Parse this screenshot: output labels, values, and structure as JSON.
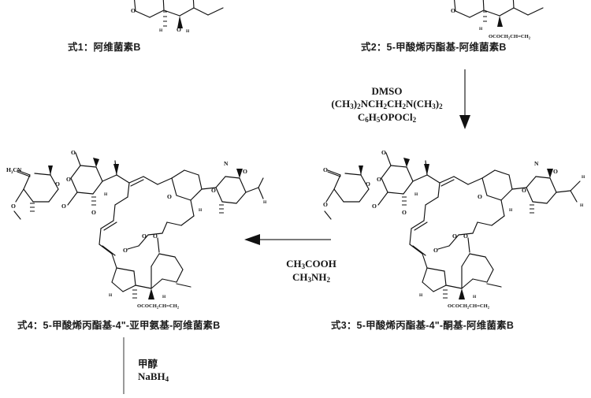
{
  "scheme": {
    "title_visible": false,
    "type": "chemical-synthesis-scheme",
    "ink_color": "#111111",
    "background": "#ffffff"
  },
  "captions": {
    "formula1": "式1：阿维菌素B",
    "formula2": "式2：5-甲酸烯丙酯基-阿维菌素B",
    "formula3": "式3：5-甲酸烯丙酯基-4\"-酮基-阿维菌素B",
    "formula4": "式4：5-甲酸烯丙酯基-4\"-亚甲氨基-阿维菌素B"
  },
  "reagents": {
    "step_oxidation": {
      "lines": [
        "DMSO",
        "(CH3)2NCH2CH2N(CH3)2",
        "C6H5OPOCl2"
      ],
      "line1": "DMSO",
      "line2_parts": [
        "(CH",
        "3",
        ")",
        "2",
        "NCH",
        "2",
        "CH",
        "2",
        "N(CH",
        "3",
        ")",
        "2"
      ],
      "line3_parts": [
        "C",
        "6",
        "H",
        "5",
        "OPOCl",
        "2"
      ]
    },
    "step_amination": {
      "lines": [
        "CH3COOH",
        "CH3NH2"
      ],
      "line1_parts": [
        "CH",
        "3",
        "COOH"
      ],
      "line2_parts": [
        "CH",
        "3",
        "NH",
        "2"
      ]
    },
    "step_reduction": {
      "lines": [
        "甲醇",
        "NaBH4"
      ],
      "solvent": "甲醇",
      "reagent_parts": [
        "NaBH",
        "4"
      ]
    }
  },
  "arrows": {
    "oxidation": {
      "direction": "down",
      "length": 62
    },
    "amination": {
      "direction": "left",
      "length": 96
    },
    "reduction": {
      "direction": "down",
      "length": 70
    }
  },
  "structures": {
    "formula1": {
      "label_ref": "式1",
      "fragment_visible": "bottom portion of macrolide only",
      "atom_labels": [
        "O",
        "O",
        "H",
        "H"
      ]
    },
    "formula2": {
      "label_ref": "式2",
      "fragment_visible": "bottom portion of macrolide only",
      "atom_labels": [
        "O",
        "H",
        "H"
      ],
      "ester_group": "OCOCH2CH=CH2",
      "ester_parts": [
        "OCOCH",
        "2",
        "CH=CH",
        "2"
      ]
    },
    "formula3": {
      "label_ref": "式3",
      "key_feature": "4\"-ketone",
      "atom_labels": [
        "O",
        "O",
        "O",
        "O",
        "O",
        "O",
        "O",
        "O",
        "H",
        "H",
        "H",
        "H",
        "H",
        "N"
      ],
      "ester_group": "OCOCH2CH=CH2",
      "ester_parts": [
        "OCOCH",
        "2",
        "CH=CH",
        "2"
      ],
      "ketone_label": "O"
    },
    "formula4": {
      "label_ref": "式4",
      "key_feature": "4\"-methylimino",
      "imine_group": "H3CN",
      "imine_parts": [
        "H",
        "3",
        "CN"
      ],
      "atom_labels": [
        "O",
        "O",
        "O",
        "O",
        "O",
        "O",
        "O",
        "H",
        "H",
        "H",
        "H",
        "N"
      ],
      "ester_group": "OCOCH2CH=CH2",
      "ester_parts": [
        "OCOCH",
        "2",
        "CH=CH",
        "2"
      ]
    }
  }
}
